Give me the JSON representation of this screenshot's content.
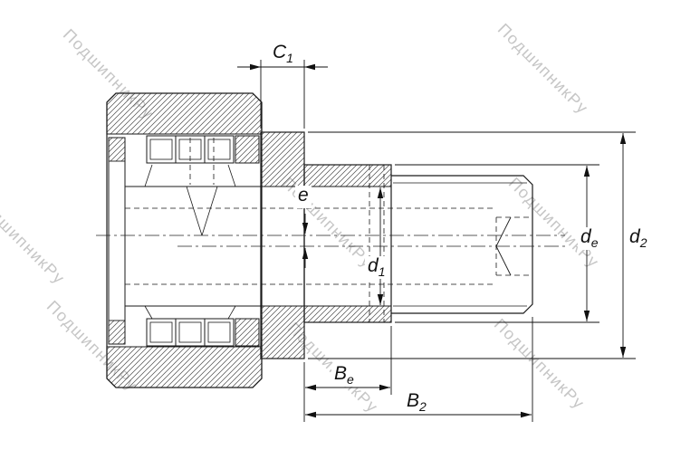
{
  "watermark": {
    "text": "ПодшипникРу"
  },
  "colors": {
    "line": "#1a1a1a",
    "dim": "#111111",
    "hatch": "#4a4a4a",
    "watermark": "#c6c6c6",
    "background": "#ffffff"
  },
  "dimensions": {
    "c1": {
      "base": "C",
      "sub": "1"
    },
    "e": {
      "base": "e",
      "sub": ""
    },
    "d1": {
      "base": "d",
      "sub": "1"
    },
    "de": {
      "base": "d",
      "sub": "e"
    },
    "d2": {
      "base": "d",
      "sub": "2"
    },
    "be": {
      "base": "B",
      "sub": "e"
    },
    "b2": {
      "base": "B",
      "sub": "2"
    }
  }
}
